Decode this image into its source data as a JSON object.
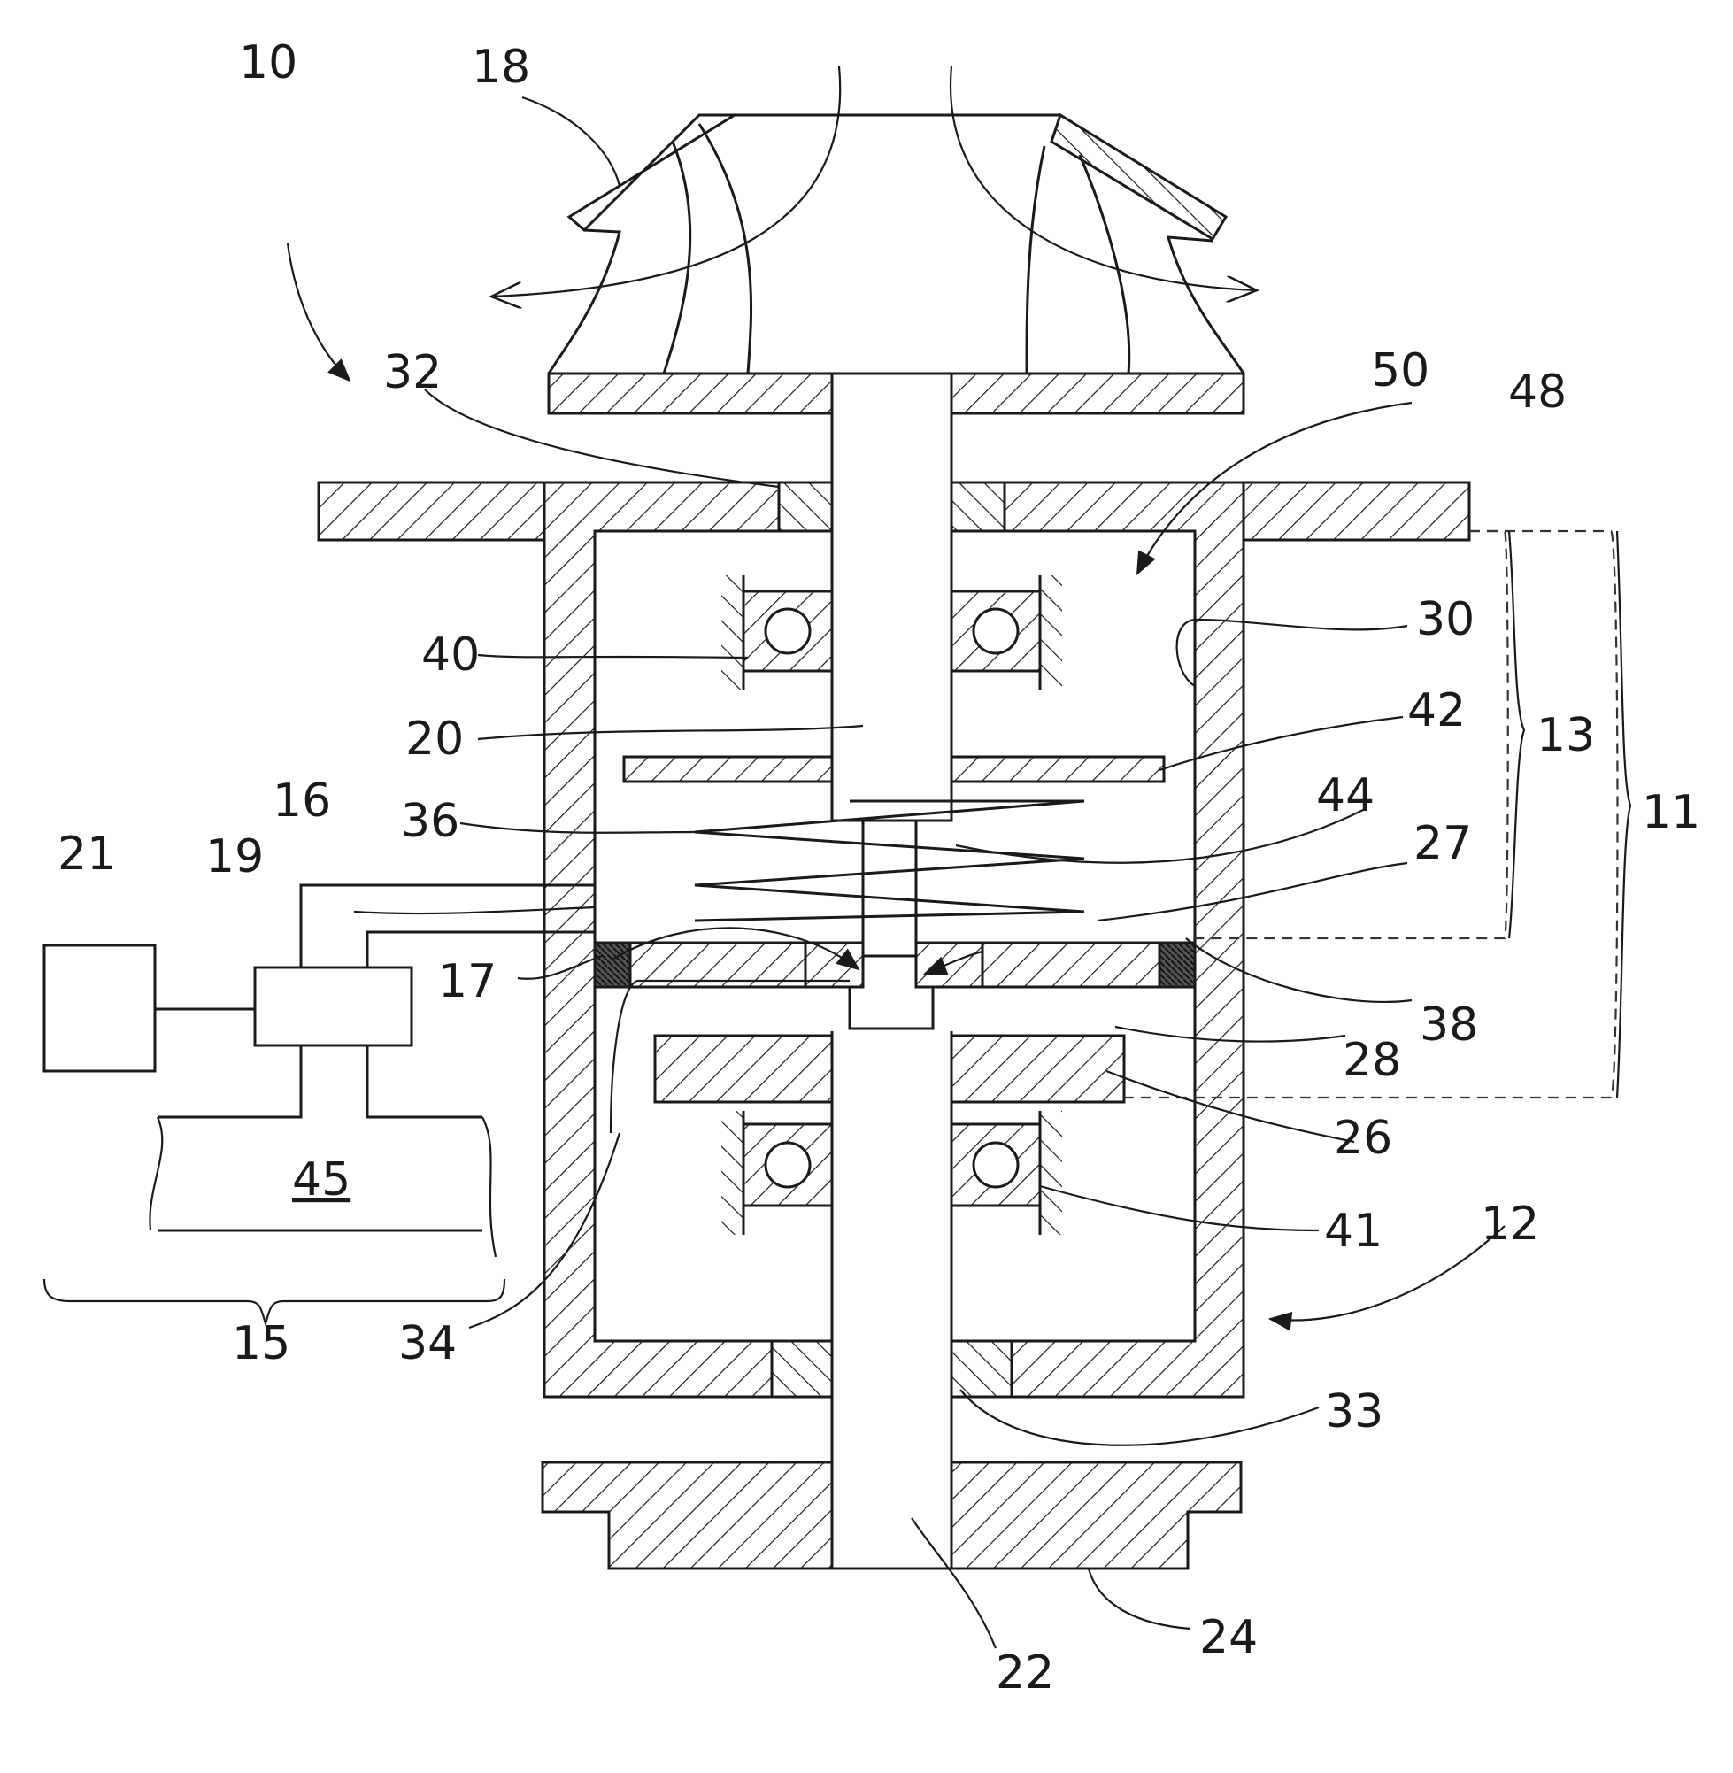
{
  "labels": {
    "l10": "10",
    "l11": "11",
    "l12": "12",
    "l13": "13",
    "l15": "15",
    "l16": "16",
    "l17": "17",
    "l18": "18",
    "l19": "19",
    "l20": "20",
    "l21": "21",
    "l22": "22",
    "l24": "24",
    "l26": "26",
    "l27": "27",
    "l28": "28",
    "l30": "30",
    "l32": "32",
    "l33": "33",
    "l34": "34",
    "l36": "36",
    "l38": "38",
    "l40": "40",
    "l41": "41",
    "l42": "42",
    "l44": "44",
    "l45": "45",
    "l48": "48",
    "l50": "50"
  },
  "colors": {
    "ink": "#1a1a1a",
    "paper": "#ffffff"
  }
}
